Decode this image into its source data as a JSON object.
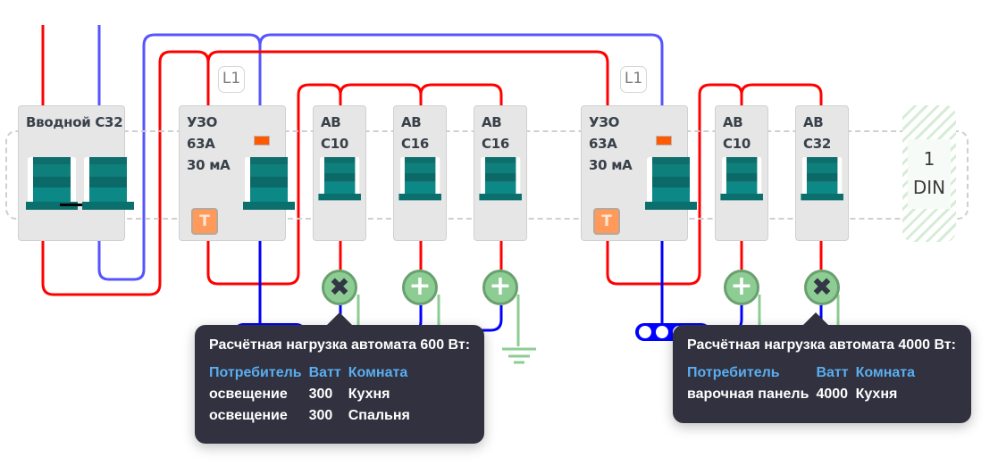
{
  "colors": {
    "phase_wire": "#ff0000",
    "neutral_wire_light": "#5555ff",
    "neutral_wire": "#0000ff",
    "ground_wire": "#8dcd93",
    "node_fill": "#8dcd93",
    "indicator": "#ff5a00",
    "tooltip_bg": "#31313f",
    "tooltip_header": "#5aaef0"
  },
  "modules": [
    {
      "label": "Вводной С32",
      "type": "main-breaker"
    },
    {
      "label": "УЗО\n63А\n30 мА",
      "type": "rcd"
    },
    {
      "label": "АВ\nС10",
      "type": "breaker"
    },
    {
      "label": "АВ\nС16",
      "type": "breaker"
    },
    {
      "label": "АВ\nС16",
      "type": "breaker"
    },
    {
      "label": "УЗО\n63А\n30 мА",
      "type": "rcd"
    },
    {
      "label": "АВ\nС10",
      "type": "breaker"
    },
    {
      "label": "АВ\nС32",
      "type": "breaker"
    }
  ],
  "phase_labels": [
    "L1",
    "L1"
  ],
  "test_button_label": "T",
  "din_slot": {
    "count": "1",
    "unit": "DIN"
  },
  "nodes": [
    {
      "state": "error",
      "icon": "✖"
    },
    {
      "state": "add",
      "icon": "+"
    },
    {
      "state": "add",
      "icon": "+"
    },
    {
      "state": "add",
      "icon": "+"
    },
    {
      "state": "error",
      "icon": "✖"
    }
  ],
  "tooltips": [
    {
      "title": "Расчётная нагрузка автомата 600 Вт:",
      "columns": [
        "Потребитель",
        "Ватт",
        "Комната"
      ],
      "rows": [
        [
          "освещение",
          "300",
          "Кухня"
        ],
        [
          "освещение",
          "300",
          "Спальня"
        ]
      ]
    },
    {
      "title": "Расчётная нагрузка автомата 4000 Вт:",
      "columns": [
        "Потребитель",
        "Ватт",
        "Комната"
      ],
      "rows": [
        [
          "варочная панель",
          "4000",
          "Кухня"
        ]
      ]
    }
  ]
}
